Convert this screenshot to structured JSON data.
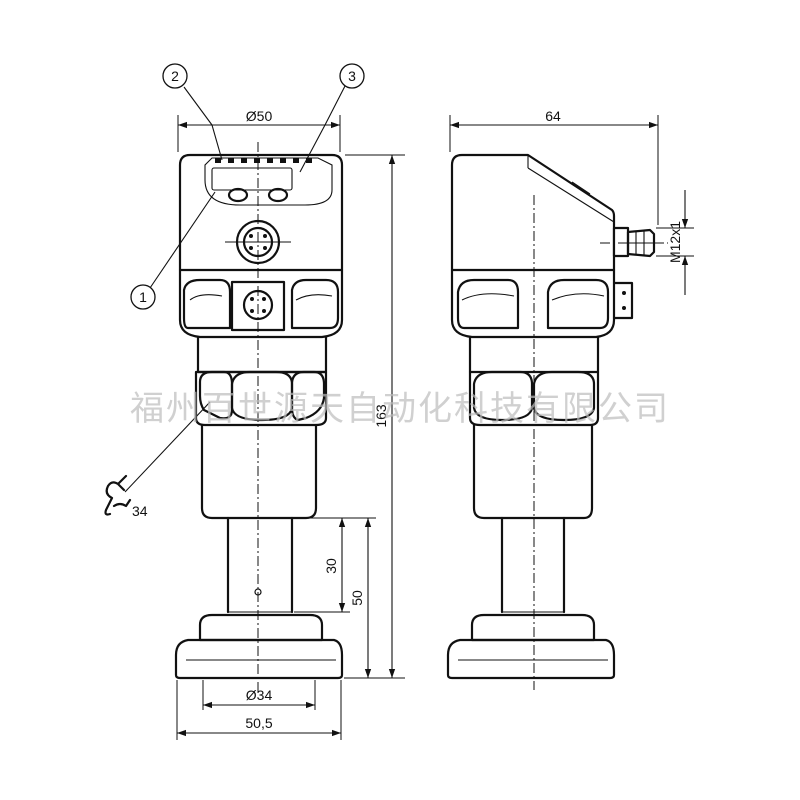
{
  "dimensions": {
    "front_width": "Ø50",
    "side_width": "64",
    "total_height": "163",
    "connector_thread": "M12x1",
    "height_30": "30",
    "height_50": "50",
    "inner_diameter": "Ø34",
    "flange_width": "50,5",
    "wrench_size": "34"
  },
  "callouts": {
    "c1": "1",
    "c2": "2",
    "c3": "3"
  },
  "watermark": "福州百世源天自动化科技有限公司"
}
